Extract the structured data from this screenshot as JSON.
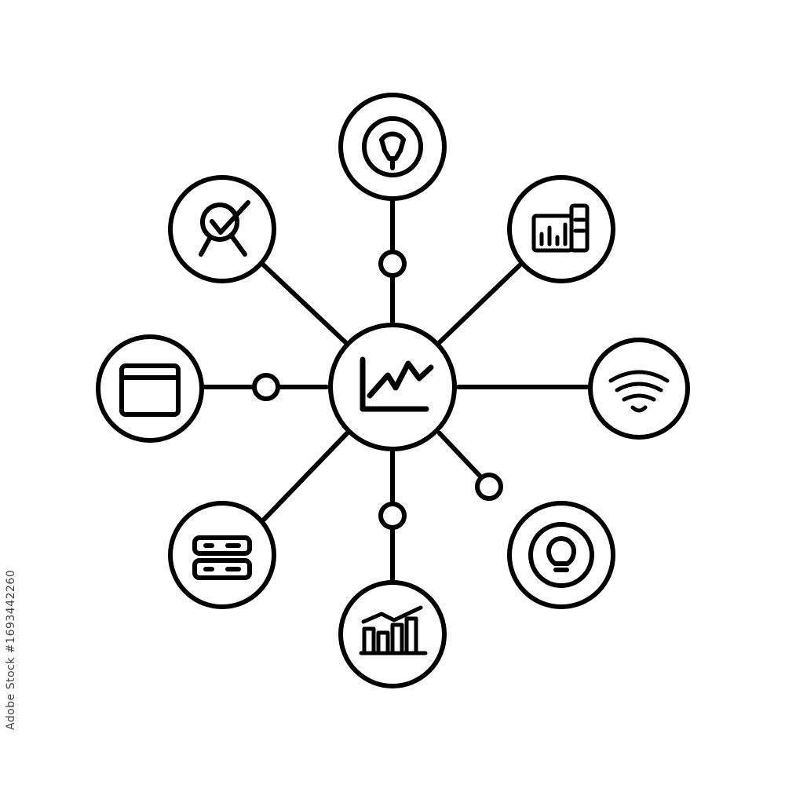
{
  "colors": {
    "background": "#ffffff",
    "stroke": "#000000"
  },
  "watermark": {
    "stock_label": "Adobe Stock",
    "asset_id": "#1693442260"
  },
  "diagram": {
    "hub": {
      "icon": "line-chart-icon"
    },
    "nodes": [
      {
        "id": "top",
        "icon": "circular-target-icon"
      },
      {
        "id": "top-right",
        "icon": "dashboard-panel-icon"
      },
      {
        "id": "right",
        "icon": "wifi-signal-icon"
      },
      {
        "id": "bottom-right",
        "icon": "lightbulb-icon"
      },
      {
        "id": "bottom",
        "icon": "bar-chart-trend-icon"
      },
      {
        "id": "bottom-left",
        "icon": "server-stack-icon"
      },
      {
        "id": "left",
        "icon": "browser-window-icon"
      },
      {
        "id": "top-left",
        "icon": "checkmark-person-icon"
      }
    ]
  }
}
